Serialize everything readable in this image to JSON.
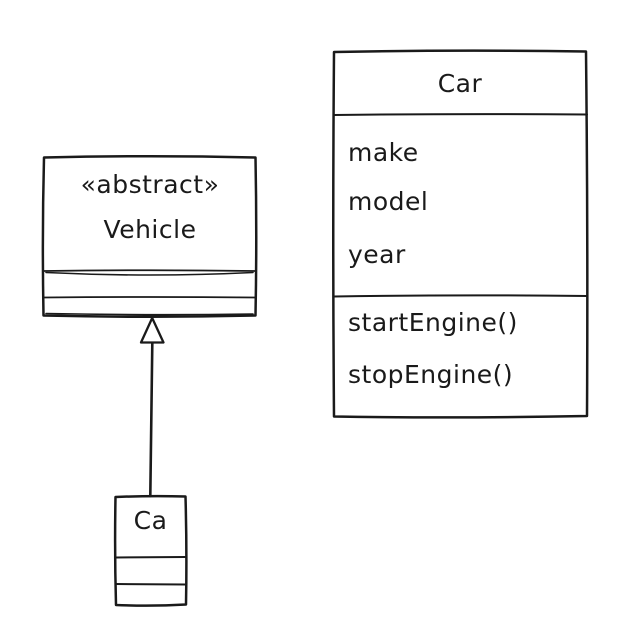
{
  "colors": {
    "stroke": "#1a1a1a",
    "text": "#1a1a1a",
    "background": "#ffffff",
    "node_fill": "#ffffff"
  },
  "diagram": {
    "type": "uml-class-diagram",
    "style": "hand-drawn",
    "nodes": {
      "car": {
        "title": "Car",
        "attributes": [
          "make",
          "model",
          "year"
        ],
        "methods": [
          "startEngine()",
          "stopEngine()"
        ]
      },
      "vehicle": {
        "stereotype": "«abstract»",
        "title": "Vehicle",
        "attributes": [],
        "methods": []
      },
      "car_partial": {
        "title": "Ca",
        "attributes": [],
        "methods": []
      }
    },
    "edges": [
      {
        "from": "car_partial",
        "to": "vehicle",
        "type": "inheritance",
        "marker": "hollow-triangle-arrowhead"
      }
    ]
  }
}
